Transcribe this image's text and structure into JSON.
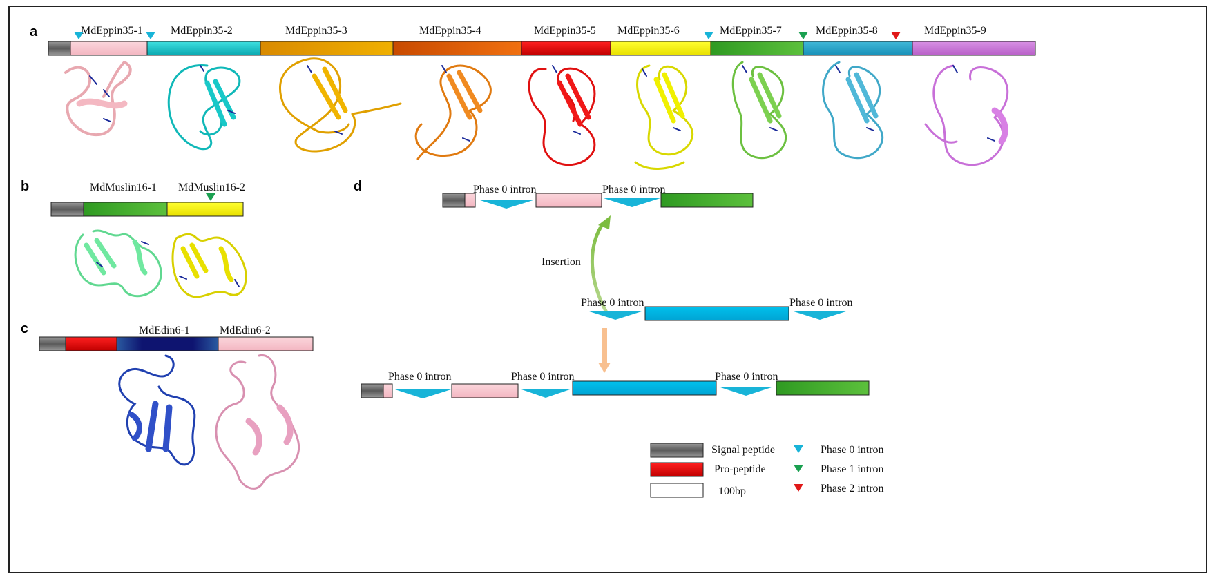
{
  "panels": {
    "a": {
      "letter": "a",
      "domains": [
        {
          "label": "MdEppin35-1",
          "color": "#f8c2cb"
        },
        {
          "label": "MdEppin35-2",
          "color": "#14cccc"
        },
        {
          "label": "MdEppin35-3",
          "color": "#e6a000"
        },
        {
          "label": "MdEppin35-4",
          "color": "#e05a10"
        },
        {
          "label": "MdEppin35-5",
          "color": "#e01010"
        },
        {
          "label": "MdEppin35-6",
          "color": "#ffff00"
        },
        {
          "label": "MdEppin35-7",
          "color": "#3fac2a"
        },
        {
          "label": "MdEppin35-8",
          "color": "#2aa7c9"
        },
        {
          "label": "MdEppin35-9",
          "color": "#c870d8"
        }
      ]
    },
    "b": {
      "letter": "b",
      "domains": [
        {
          "label": "MdMuslin16-1",
          "color": "#3fac2a"
        },
        {
          "label": "MdMuslin16-2",
          "color": "#ffff00"
        }
      ]
    },
    "c": {
      "letter": "c",
      "domains": [
        {
          "label": "MdEdin6-1",
          "color": "#141a7a"
        },
        {
          "label": "MdEdin6-2",
          "color": "#f8c2cb"
        }
      ]
    },
    "d": {
      "letter": "d",
      "intron_label": "Phase 0 intron",
      "insertion_label": "Insertion"
    }
  },
  "legend": {
    "signal": "Signal peptide",
    "pro": "Pro-peptide",
    "scale": "100bp",
    "phase0": "Phase 0 intron",
    "phase1": "Phase 1 intron",
    "phase2": "Phase 2 intron"
  },
  "colors": {
    "signal_gray": "#808080",
    "propeptide_red": "#e00000",
    "phase0_cyan": "#18b4d8",
    "phase1_green": "#1aa050",
    "phase2_red": "#e01818",
    "exon_pink": "#f8c2cb",
    "exon_green": "#3fac2a",
    "exon_blue": "#00b4e0"
  }
}
